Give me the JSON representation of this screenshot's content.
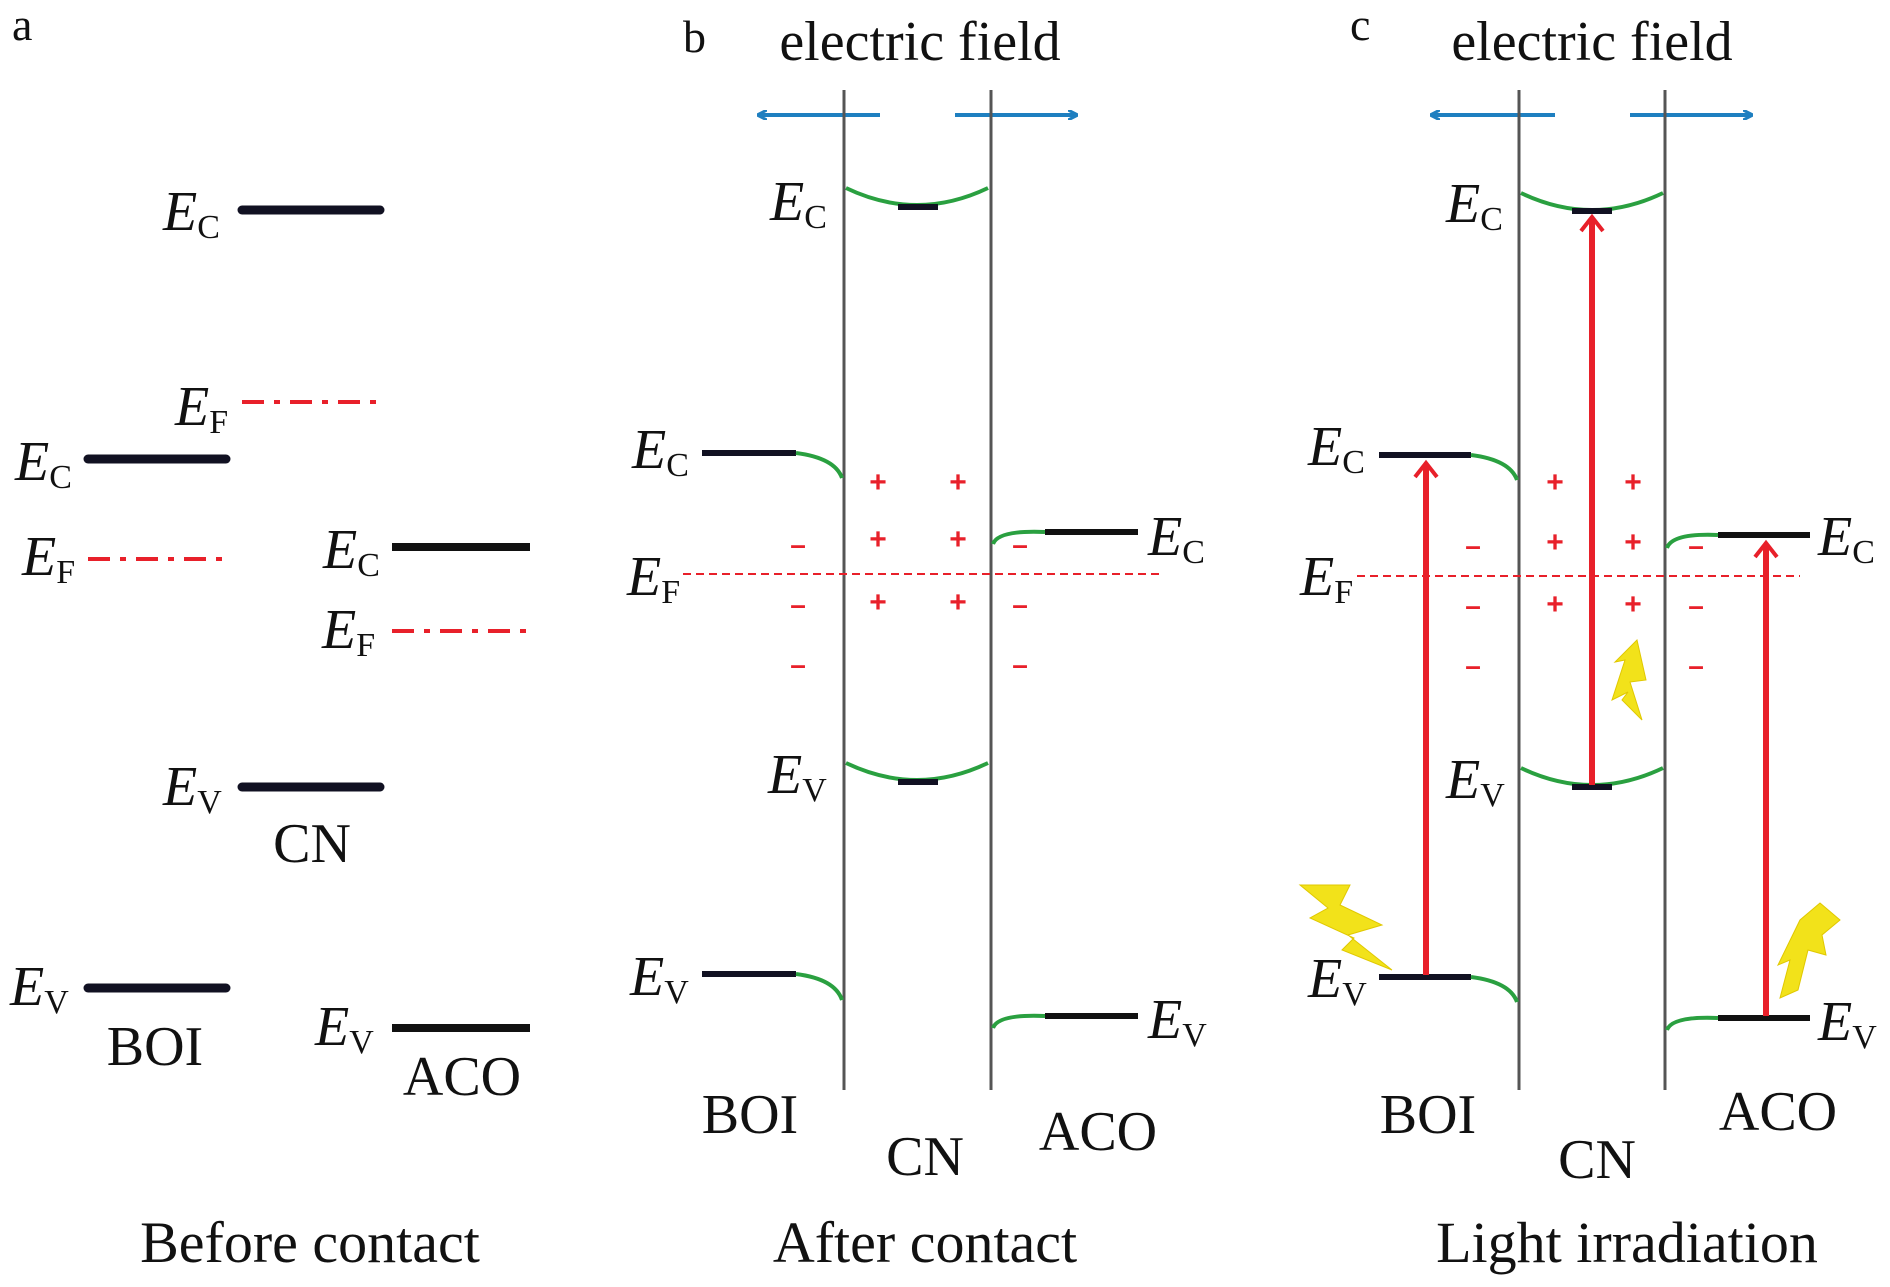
{
  "panels": {
    "a": {
      "letter": "a",
      "caption": "Before contact",
      "materials": {
        "boi": "BOI",
        "cn": "CN",
        "aco": "ACO"
      }
    },
    "b": {
      "letter": "b",
      "field_label": "electric field",
      "caption": "After contact",
      "materials": {
        "boi": "BOI",
        "cn": "CN",
        "aco": "ACO"
      }
    },
    "c": {
      "letter": "c",
      "field_label": "electric field",
      "caption": "Light irradiation",
      "materials": {
        "boi": "BOI",
        "cn": "CN",
        "aco": "ACO"
      }
    }
  },
  "levels": {
    "e": "E",
    "conduction_sub": "C",
    "valence_sub": "V",
    "fermi_sub": "F"
  },
  "charges": {
    "plus": "+",
    "minus": "–"
  },
  "colors": {
    "band_line": "#111122",
    "fermi": "#e8202a",
    "bend": "#2aa040",
    "field_arrow": "#1e7fc0",
    "excitation_arrow": "#e8202a",
    "lightning": "#f2e21a",
    "interface": "#555555"
  },
  "icons": [
    "arrow-left-icon",
    "arrow-right-icon",
    "lightning-icon"
  ]
}
